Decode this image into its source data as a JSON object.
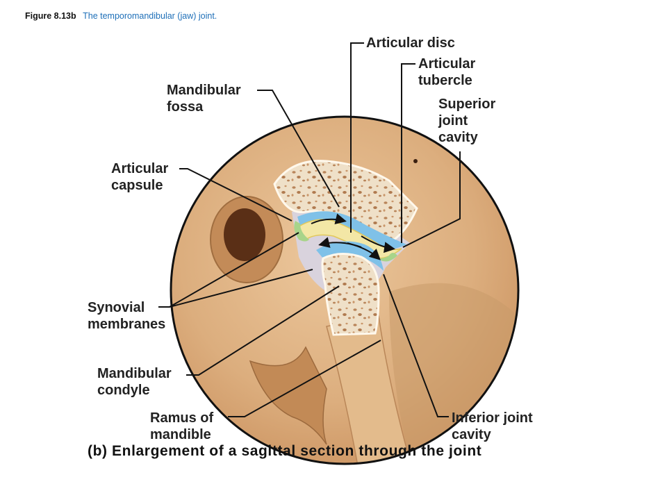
{
  "figure": {
    "number": "Figure 8.13b",
    "caption": "The temporomandibular (jaw) joint."
  },
  "labels": {
    "articular_disc": "Articular disc",
    "articular_tubercle": "Articular\ntubercle",
    "mandibular_fossa": "Mandibular\nfossa",
    "superior_joint_cavity": "Superior\njoint\ncavity",
    "articular_capsule": "Articular\ncapsule",
    "synovial_membranes": "Synovial\nmembranes",
    "mandibular_condyle": "Mandibular\ncondyle",
    "ramus_of_mandible": "Ramus of\nmandible",
    "inferior_joint_cavity": "Inferior joint\ncavity"
  },
  "subtitle": "(b) Enlargement of a sagittal section through the joint",
  "colors": {
    "bone": "#dcae7e",
    "bone_section": "#efe0c8",
    "cartilage": "#7fc1e8",
    "disc": "#f3e7a6",
    "capsule": "#d8d4e0",
    "synovial": "#a8d48a",
    "text": "#222222",
    "caption": "#1e6fb8"
  }
}
